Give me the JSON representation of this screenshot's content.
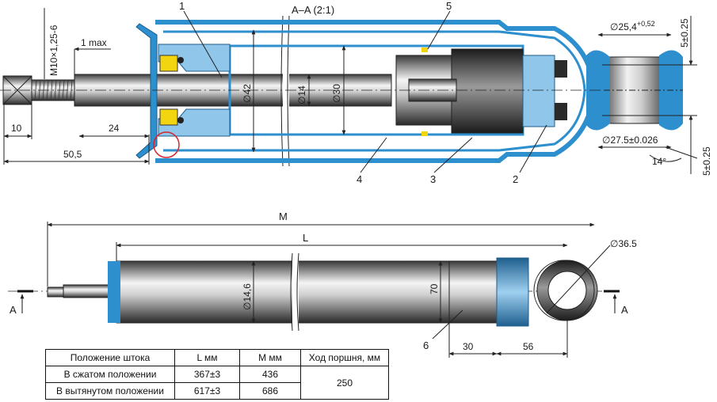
{
  "section": {
    "title": "A–A (2:1)",
    "callouts": [
      "1",
      "2",
      "3",
      "4",
      "5"
    ],
    "dims": {
      "thread": "M10×1,25-6",
      "max1": "1 max",
      "d10": "10",
      "d24": "24",
      "d50": "50,5",
      "rod": "∅42",
      "d14": "∅14",
      "d30": "∅30",
      "eye_outer_base": "∅25,4",
      "eye_outer_tol": "+0,52",
      "eye_inner": "∅27.5±0.026",
      "off_top": "5±0.25",
      "off_bot": "5±0.25",
      "angle": "14°"
    }
  },
  "overview": {
    "M": "M",
    "L": "L",
    "body": "∅14,6",
    "d70": "70",
    "eye": "∅36.5",
    "d30": "30",
    "d56": "56",
    "callout6": "6",
    "section_mark": "A"
  },
  "table": {
    "headers": [
      "Положение штока",
      "L мм",
      "M мм",
      "Ход поршня, мм"
    ],
    "rows": [
      {
        "pos": "В сжатом положении",
        "L": "367±3",
        "M": "436"
      },
      {
        "pos": "В вытянутом положении",
        "L": "617±3",
        "M": "686"
      }
    ],
    "stroke": "250"
  },
  "colors": {
    "blue": "#2e8fce",
    "blue_light": "#8fc6ea",
    "yellow": "#f2d40f",
    "red_circle": "#d9232d",
    "outline": "#222222"
  }
}
